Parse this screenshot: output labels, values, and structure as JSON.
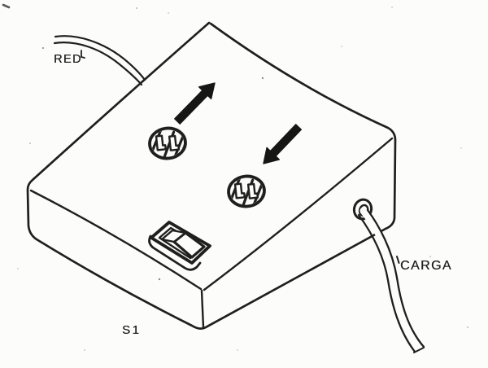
{
  "diagram": {
    "paper_color": "#fcfcfa",
    "ink_color": "#1f1f1d",
    "labels": {
      "mains_cord": "RED",
      "load_cord": "CARGA",
      "switch": "S1"
    },
    "elements": {
      "box": "sloped-top control box in perspective",
      "sockets": [
        "upper-outlet",
        "lower-outlet"
      ],
      "arrows": [
        "arrow-up-right",
        "arrow-down-left"
      ],
      "switch": "rocker-switch",
      "grommet": "cable-grommet",
      "cords": [
        "mains-cord",
        "load-cord"
      ]
    }
  }
}
